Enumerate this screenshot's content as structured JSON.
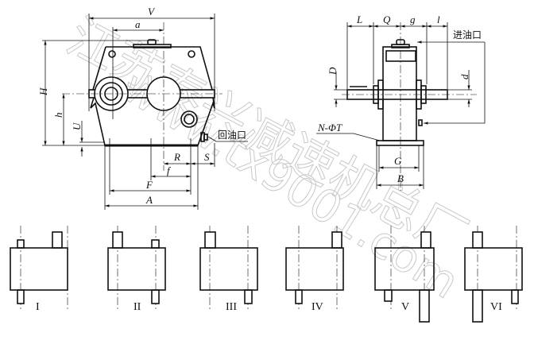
{
  "front_view": {
    "dims": {
      "V": "V",
      "a": "a",
      "H": "H",
      "h": "h",
      "U": "U",
      "R": "R",
      "S": "S",
      "f": "f",
      "F": "F",
      "A": "A"
    },
    "oil_return_label": "回油口"
  },
  "side_view": {
    "dims": {
      "L": "L",
      "Q": "Q",
      "g": "g",
      "l": "l",
      "D": "D",
      "d": "d",
      "G": "G",
      "B": "B"
    },
    "oil_inlet_label": "进油口",
    "bolt_label": "N-ΦT"
  },
  "assembly_types": [
    {
      "label": "I"
    },
    {
      "label": "II"
    },
    {
      "label": "III"
    },
    {
      "label": "IV"
    },
    {
      "label": "V"
    },
    {
      "label": "VI"
    }
  ],
  "watermark": {
    "company": "江苏泰兴减速机总厂",
    "url": "www.tx9001.com"
  }
}
